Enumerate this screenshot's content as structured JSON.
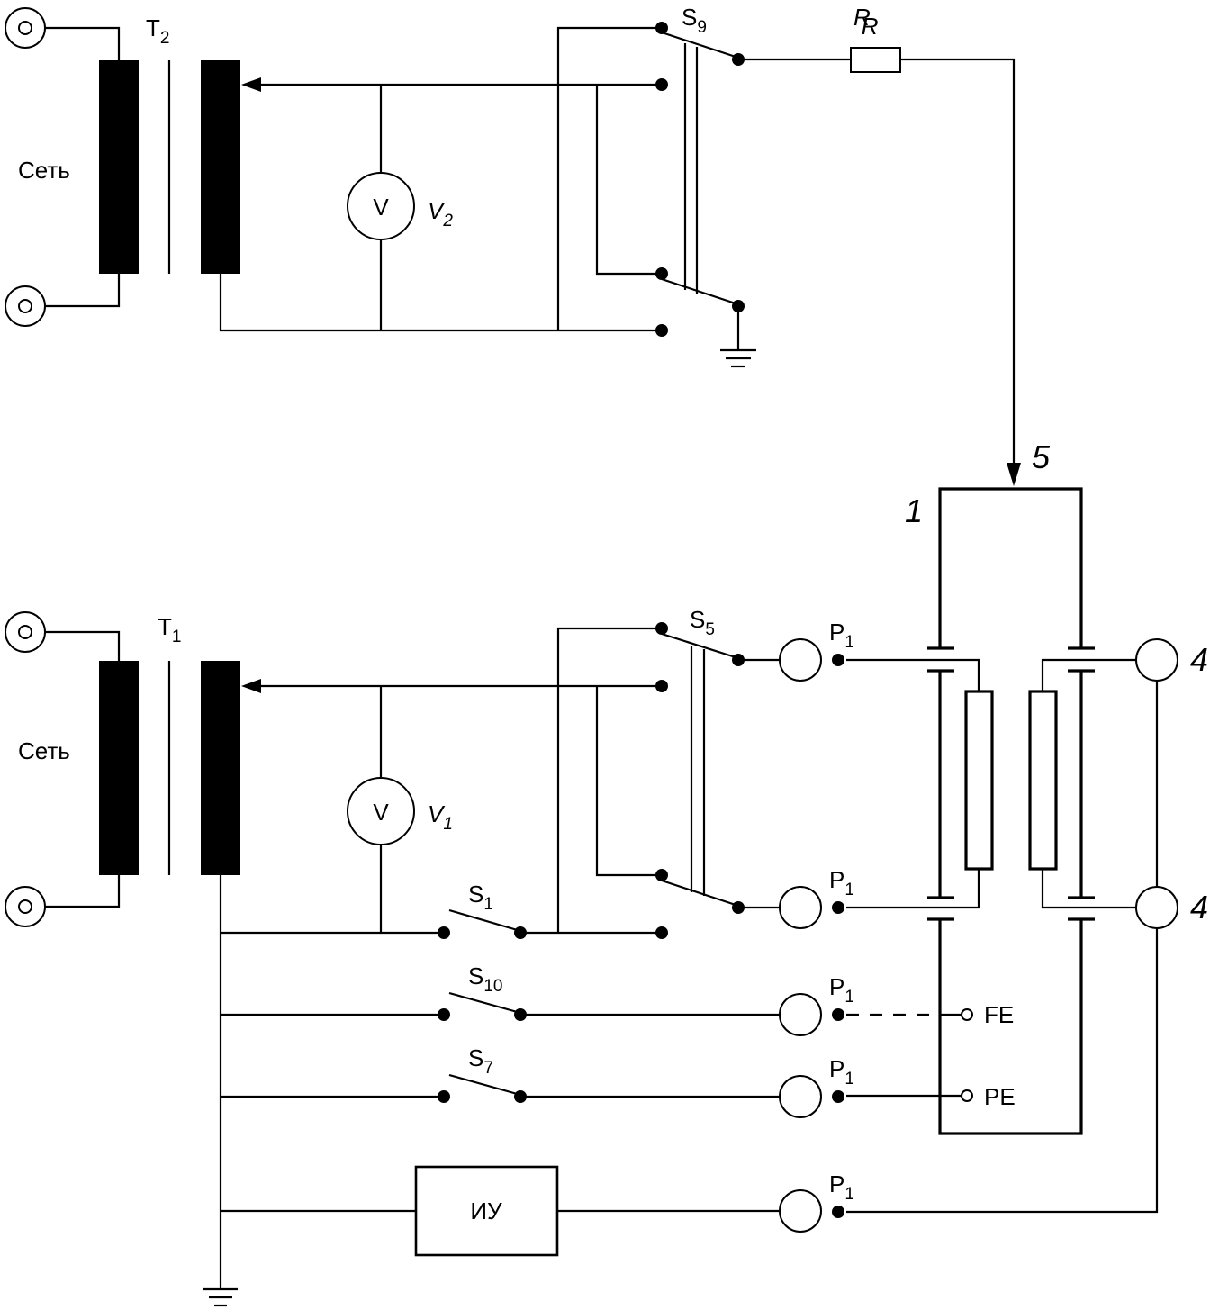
{
  "diagram": {
    "type": "electrical-schematic",
    "colors": {
      "line": "#000000",
      "background": "#ffffff"
    },
    "upper_circuit": {
      "supply_label": "Сеть",
      "transformer": {
        "label": "T",
        "sub": "2"
      },
      "voltmeter": {
        "symbol": "V",
        "label": "V",
        "sub": "2"
      },
      "switch": {
        "label": "S",
        "sub": "9"
      },
      "resistor": {
        "label": "R",
        "sub": "R"
      }
    },
    "lower_circuit": {
      "supply_label": "Сеть",
      "transformer": {
        "label": "T",
        "sub": "1"
      },
      "voltmeter": {
        "symbol": "V",
        "label": "V",
        "sub": "1"
      },
      "switch_s5": {
        "label": "S",
        "sub": "5"
      },
      "switch_s1": {
        "label": "S",
        "sub": "1"
      },
      "switch_s10": {
        "label": "S",
        "sub": "10"
      },
      "switch_s7": {
        "label": "S",
        "sub": "7"
      },
      "indicator_box": {
        "label": "ИУ"
      },
      "probe": {
        "label": "P",
        "sub": "1"
      }
    },
    "electrode_labels": {
      "one": "1",
      "four_top": "4",
      "four_bottom": "4",
      "five": "5"
    },
    "terminals": {
      "fe": "FE",
      "pe": "PE"
    }
  }
}
